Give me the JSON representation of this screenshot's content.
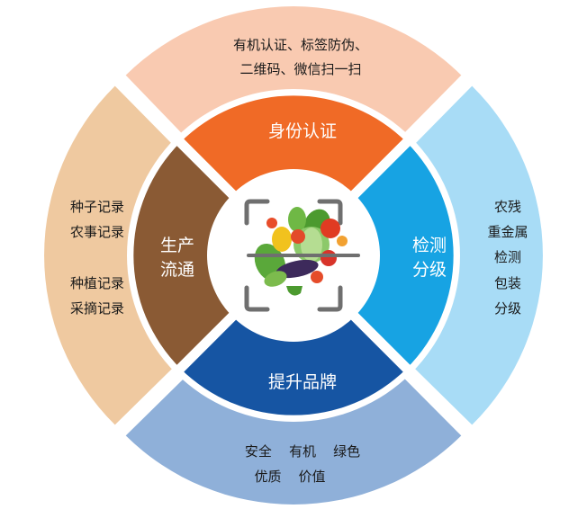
{
  "outer": {
    "top": [
      "有机认证、标签防伪、",
      "二维码、微信扫一扫"
    ],
    "right": [
      "农残",
      "重金属",
      "检测",
      "包装",
      "分级"
    ],
    "bottom": [
      "安全    有机    绿色",
      "优质    价值"
    ],
    "left_group1": [
      "种子记录",
      "农事记录"
    ],
    "left_group2": [
      "种植记录",
      "采摘记录"
    ]
  },
  "inner": {
    "top": "身份认证",
    "right": [
      "检测",
      "分级"
    ],
    "bottom": "提升品牌",
    "left": [
      "生产",
      "流通"
    ]
  },
  "colors": {
    "outer_top": "#f9cab1",
    "outer_right": "#a8dcf6",
    "outer_bottom": "#8fb0d9",
    "outer_left": "#efc9a0",
    "inner_top": "#f06a26",
    "inner_right": "#17a3e3",
    "inner_bottom": "#1655a3",
    "inner_left": "#8a5a34"
  }
}
